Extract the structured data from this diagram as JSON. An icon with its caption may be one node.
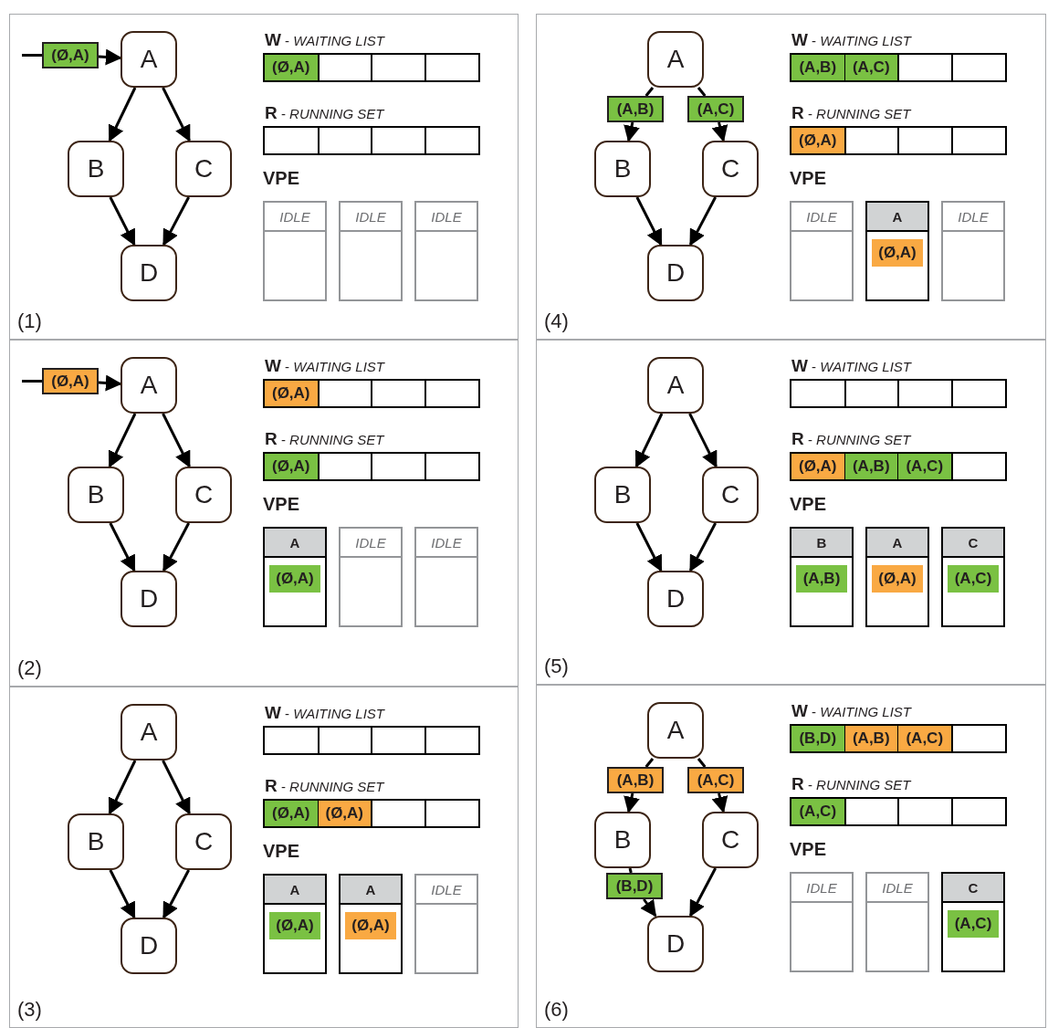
{
  "diagram": {
    "nodes": [
      {
        "text": [
          "(1)"
        ]
      },
      {
        "text": [
          "A"
        ],
        "in": 0
      },
      {
        "text": [
          "B"
        ],
        "in": 0
      },
      {
        "text": [
          "C"
        ],
        "in": 0
      },
      {
        "text": [
          "D"
        ],
        "in": 0
      },
      {
        "text": [
          "(Ø,A)"
        ],
        "in": 0
      },
      {
        "text": [
          "**W** - *WAITING LIST*"
        ],
        "in": 0
      },
      {
        "text": [
          "(Ø,A)"
        ],
        "in": 6
      },
      {
        "text": [
          "**R** - *RUNNING SET*"
        ],
        "in": 0
      },
      {
        "text": [
          "IDLE"
        ],
        "in": 0
      },
      {
        "text": [
          "IDLE"
        ],
        "in": 0
      },
      {
        "text": [
          "IDLE"
        ],
        "in": 0
      },
      {
        "text": [
          "(2)"
        ]
      },
      {
        "text": [
          "A"
        ],
        "in": 12
      },
      {
        "text": [
          "B"
        ],
        "in": 12
      },
      {
        "text": [
          "C"
        ],
        "in": 12
      },
      {
        "text": [
          "D"
        ],
        "in": 12
      },
      {
        "text": [
          "(Ø,A)"
        ],
        "in": 12
      },
      {
        "text": [
          "**W** - *WAITING LIST*"
        ],
        "in": 12
      },
      {
        "text": [
          "(Ø,A)"
        ],
        "in": 18
      },
      {
        "text": [
          "**R** - *RUNNING SET*"
        ],
        "in": 12
      },
      {
        "text": [
          "(Ø,A)"
        ],
        "in": 20
      },
      {
        "text": [
          "A"
        ],
        "in": 12
      },
      {
        "text": [
          "(Ø,A)"
        ],
        "in": 22
      },
      {
        "text": [
          "IDLE"
        ],
        "in": 12
      },
      {
        "text": [
          "IDLE"
        ],
        "in": 12
      },
      {
        "text": [
          "(3)"
        ]
      },
      {
        "text": [
          "A"
        ],
        "in": 26
      },
      {
        "text": [
          "B"
        ],
        "in": 26
      },
      {
        "text": [
          "C"
        ],
        "in": 26
      },
      {
        "text": [
          "D"
        ],
        "in": 26
      },
      {
        "text": [
          "**W** - *WAITING LIST*"
        ],
        "in": 26
      },
      {
        "text": [
          "**R** - *RUNNING SET*"
        ],
        "in": 26
      },
      {
        "text": [
          "(Ø,A)"
        ],
        "in": 32
      },
      {
        "text": [
          "(Ø,A)"
        ],
        "in": 32
      },
      {
        "text": [
          "A"
        ],
        "in": 26
      },
      {
        "text": [
          "(Ø,A)"
        ],
        "in": 35
      },
      {
        "text": [
          "A"
        ],
        "in": 26
      },
      {
        "text": [
          "(Ø,A)"
        ],
        "in": 37
      },
      {
        "text": [
          "IDLE"
        ],
        "in": 26
      },
      {
        "text": [
          "(4)"
        ]
      },
      {
        "text": [
          "A"
        ],
        "in": 40
      },
      {
        "text": [
          "(A,B)"
        ],
        "in": 40
      },
      {
        "text": [
          "(A,C)"
        ],
        "in": 40
      },
      {
        "text": [
          "B"
        ],
        "in": 40
      },
      {
        "text": [
          "C"
        ],
        "in": 40
      },
      {
        "text": [
          "D"
        ],
        "in": 40
      },
      {
        "text": [
          "**W** - *WAITING LIST*"
        ],
        "in": 40
      },
      {
        "text": [
          "(A,B)"
        ],
        "in": 47
      },
      {
        "text": [
          "(A,C)"
        ],
        "in": 47
      },
      {
        "text": [
          "**R** - *RUNNING SET*"
        ],
        "in": 40
      },
      {
        "text": [
          "(Ø,A)"
        ],
        "in": 50
      },
      {
        "text": [
          "IDLE"
        ],
        "in": 40
      },
      {
        "text": [
          "A"
        ],
        "in": 40
      },
      {
        "text": [
          "(Ø,A)"
        ],
        "in": 53
      },
      {
        "text": [
          "IDLE"
        ],
        "in": 40
      },
      {
        "text": [
          "(5)"
        ]
      },
      {
        "text": [
          "A"
        ],
        "in": 56
      },
      {
        "text": [
          "B"
        ],
        "in": 56
      },
      {
        "text": [
          "C"
        ],
        "in": 56
      },
      {
        "text": [
          "D"
        ],
        "in": 56
      },
      {
        "text": [
          "**W** - *WAITING LIST*"
        ],
        "in": 56
      },
      {
        "text": [
          "**R** - *RUNNING SET*"
        ],
        "in": 56
      },
      {
        "text": [
          "(Ø,A)"
        ],
        "in": 62
      },
      {
        "text": [
          "(A,B)"
        ],
        "in": 62
      },
      {
        "text": [
          "(A,C)"
        ],
        "in": 62
      },
      {
        "text": [
          "B"
        ],
        "in": 56
      },
      {
        "text": [
          "(A,B)"
        ],
        "in": 66
      },
      {
        "text": [
          "A"
        ],
        "in": 56
      },
      {
        "text": [
          "(Ø,A)"
        ],
        "in": 68
      },
      {
        "text": [
          "C"
        ],
        "in": 56
      },
      {
        "text": [
          "(A,C)"
        ],
        "in": 70
      },
      {
        "text": [
          "(6)"
        ]
      },
      {
        "text": [
          "A"
        ],
        "in": 72
      },
      {
        "text": [
          "(A,B)"
        ],
        "in": 72
      },
      {
        "text": [
          "(A,C)"
        ],
        "in": 72
      },
      {
        "text": [
          "B"
        ],
        "in": 72
      },
      {
        "text": [
          "C"
        ],
        "in": 72
      },
      {
        "text": [
          "(B,D)"
        ],
        "in": 72
      },
      {
        "text": [
          "D"
        ],
        "in": 72
      },
      {
        "text": [
          "**W** - *WAITING LIST*"
        ],
        "in": 72
      },
      {
        "text": [
          "(B,D)"
        ],
        "in": 80
      },
      {
        "text": [
          "(A,B)"
        ],
        "in": 80
      },
      {
        "text": [
          "(A,C)"
        ],
        "in": 80
      },
      {
        "text": [
          "**R** - *RUNNING SET*"
        ],
        "in": 72
      },
      {
        "text": [
          "(A,C)"
        ],
        "in": 84
      },
      {
        "text": [
          "IDLE"
        ],
        "in": 72
      },
      {
        "text": [
          "IDLE"
        ],
        "in": 72
      },
      {
        "text": [
          "C"
        ],
        "in": 72
      },
      {
        "text": [
          "(A,C)"
        ],
        "in": 88
      }
    ],
    "edges": [
      {
        "from": null,
        "to": 5,
        "arrow": "none"
      },
      {
        "from": 5,
        "to": 1,
        "arrow": "to"
      },
      {
        "from": 1,
        "to": 2,
        "arrow": "to"
      },
      {
        "from": 1,
        "to": 3,
        "arrow": "to"
      },
      {
        "from": 2,
        "to": 4,
        "arrow": "to"
      },
      {
        "from": 3,
        "to": 4,
        "arrow": "to"
      },
      {
        "from": null,
        "to": 17,
        "arrow": "none"
      },
      {
        "from": 17,
        "to": 13,
        "arrow": "to"
      },
      {
        "from": 13,
        "to": 14,
        "arrow": "to"
      },
      {
        "from": 13,
        "to": 15,
        "arrow": "to"
      },
      {
        "from": 14,
        "to": 16,
        "arrow": "to"
      },
      {
        "from": 15,
        "to": 16,
        "arrow": "to"
      },
      {
        "from": 27,
        "to": 28,
        "arrow": "to"
      },
      {
        "from": 27,
        "to": 29,
        "arrow": "to"
      },
      {
        "from": 28,
        "to": 30,
        "arrow": "to"
      },
      {
        "from": 29,
        "to": 30,
        "arrow": "to"
      },
      {
        "from": 41,
        "to": 42,
        "arrow": "none"
      },
      {
        "from": 42,
        "to": 44,
        "arrow": "to"
      },
      {
        "from": 41,
        "to": 43,
        "arrow": "none"
      },
      {
        "from": 43,
        "to": 45,
        "arrow": "to"
      },
      {
        "from": 44,
        "to": 46,
        "arrow": "to"
      },
      {
        "from": 45,
        "to": 46,
        "arrow": "to"
      },
      {
        "from": 57,
        "to": 58,
        "arrow": "to"
      },
      {
        "from": 57,
        "to": 59,
        "arrow": "to"
      },
      {
        "from": 58,
        "to": 60,
        "arrow": "to"
      },
      {
        "from": 59,
        "to": 60,
        "arrow": "to"
      },
      {
        "from": 73,
        "to": 74,
        "arrow": "none"
      },
      {
        "from": 74,
        "to": 76,
        "arrow": "to"
      },
      {
        "from": 73,
        "to": 75,
        "arrow": "none"
      },
      {
        "from": 75,
        "to": 77,
        "arrow": "to"
      },
      {
        "from": 76,
        "to": 78,
        "arrow": "none"
      },
      {
        "from": 78,
        "to": 79,
        "arrow": "to"
      },
      {
        "from": 77,
        "to": 79,
        "arrow": "to"
      }
    ],
    "labels": [
      "VPE",
      "VPE",
      "VPE",
      "VPE",
      "VPE",
      "VPE"
    ]
  }
}
